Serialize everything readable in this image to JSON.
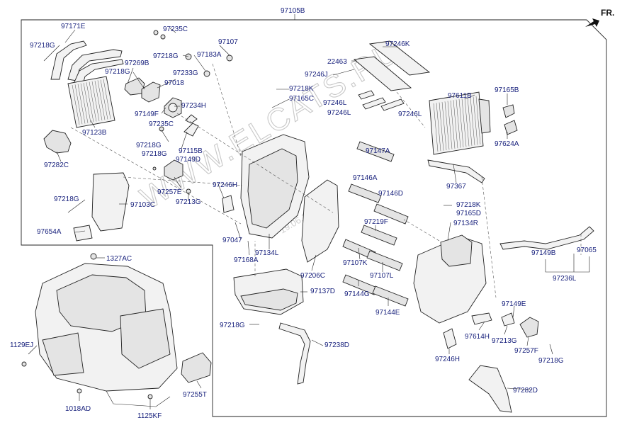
{
  "diagram": {
    "orientation": "FR.",
    "watermark": "WWW.ELCATS.RU",
    "watermark_date": "19.06.2016",
    "labels": {
      "top": "97105B",
      "p97171E": "97171E",
      "p97218G_a": "97218G",
      "p97235C_a": "97235C",
      "p97107_a": "97107",
      "p97218G_b": "97218G",
      "p97183A": "97183A",
      "p97233G": "97233G",
      "p97246K": "97246K",
      "p22463": "22463",
      "p97246J": "97246J",
      "p97269B": "97269B",
      "p97218G_c": "97218G",
      "p97018": "97018",
      "p97218K_a": "97218K",
      "p97165C": "97165C",
      "p97246L_a": "97246L",
      "p97246L_b": "97246L",
      "p97246L_c": "97246L",
      "p97611B": "97611B",
      "p97165B": "97165B",
      "p97234H": "97234H",
      "p97149F": "97149F",
      "p97235C_b": "97235C",
      "p97123B": "97123B",
      "p97624A": "97624A",
      "p97218G_d": "97218G",
      "p97218G_e": "97218G",
      "p97115B": "97115B",
      "p97149D": "97149D",
      "p97147A": "97147A",
      "p97282C": "97282C",
      "p97146A": "97146A",
      "p97146D": "97146D",
      "p97367": "97367",
      "p97257E": "97257E",
      "p97246H_a": "97246H",
      "p97218G_f": "97218G",
      "p97213G_a": "97213G",
      "p97103C": "97103C",
      "p97218K_b": "97218K",
      "p97165D": "97165D",
      "p97219F": "97219F",
      "p97134R": "97134R",
      "p97654A": "97654A",
      "p97047": "97047",
      "p97065": "97065",
      "p97134L": "97134L",
      "p97149B": "97149B",
      "p1327AC": "1327AC",
      "p97168A": "97168A",
      "p97206C": "97206C",
      "p97107K": "97107K",
      "p97107L": "97107L",
      "p97236L": "97236L",
      "p97137D": "97137D",
      "p97144G": "97144G",
      "p97144E": "97144E",
      "p97149E": "97149E",
      "p97218G_g": "97218G",
      "p97614H": "97614H",
      "p97213G_b": "97213G",
      "p1129EJ": "1129EJ",
      "p97238D": "97238D",
      "p97257F": "97257F",
      "p97218G_h": "97218G",
      "p97246H_b": "97246H",
      "p97255T": "97255T",
      "p97282D": "97282D",
      "p1018AD": "1018AD",
      "p1125KF": "1125KF"
    }
  }
}
